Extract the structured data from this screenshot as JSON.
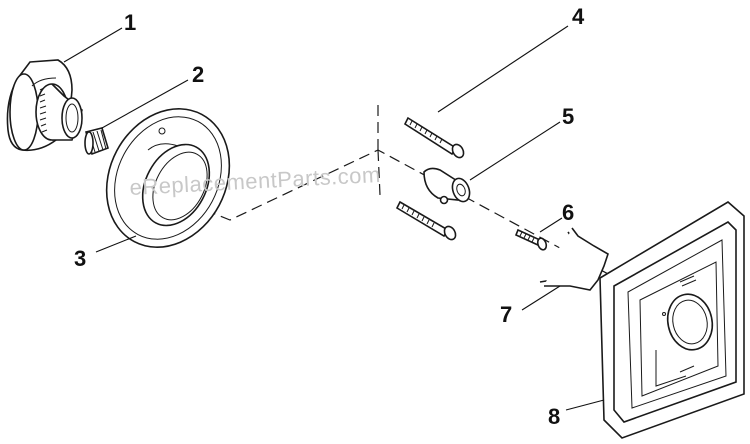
{
  "diagram": {
    "watermark": "eReplacementParts.com",
    "callouts": [
      {
        "id": "1",
        "label": "1"
      },
      {
        "id": "2",
        "label": "2"
      },
      {
        "id": "3",
        "label": "3"
      },
      {
        "id": "4",
        "label": "4"
      },
      {
        "id": "5",
        "label": "5"
      },
      {
        "id": "6",
        "label": "6"
      },
      {
        "id": "7",
        "label": "7"
      },
      {
        "id": "8",
        "label": "8"
      }
    ],
    "colors": {
      "ink": "#1a1a1a",
      "watermark": "#c8c8c8",
      "background": "#ffffff"
    }
  }
}
